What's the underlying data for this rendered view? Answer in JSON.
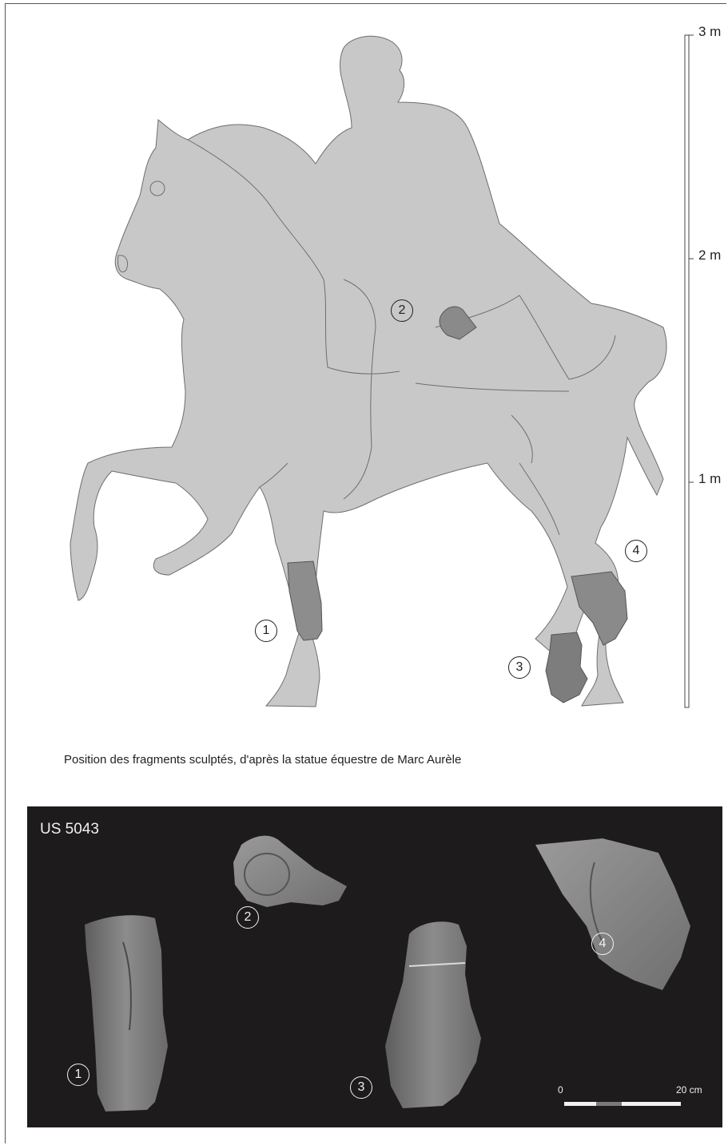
{
  "caption": "Position des fragments sculptés, d'après la statue équestre de Marc Aurèle",
  "scale_bar": {
    "labels": [
      "3 m",
      "2 m",
      "1 m"
    ]
  },
  "fragment_markers": [
    "1",
    "2",
    "3",
    "4"
  ],
  "photo_panel": {
    "label": "US 5043",
    "scale_start": "0",
    "scale_end": "20 cm",
    "markers": [
      "1",
      "2",
      "3",
      "4"
    ]
  },
  "colors": {
    "silhouette": "#c8c8c8",
    "silhouette_stroke": "#6e6e6e",
    "photo_background": "#1d1b1b",
    "fragment_stone": "#8d8d8d"
  }
}
